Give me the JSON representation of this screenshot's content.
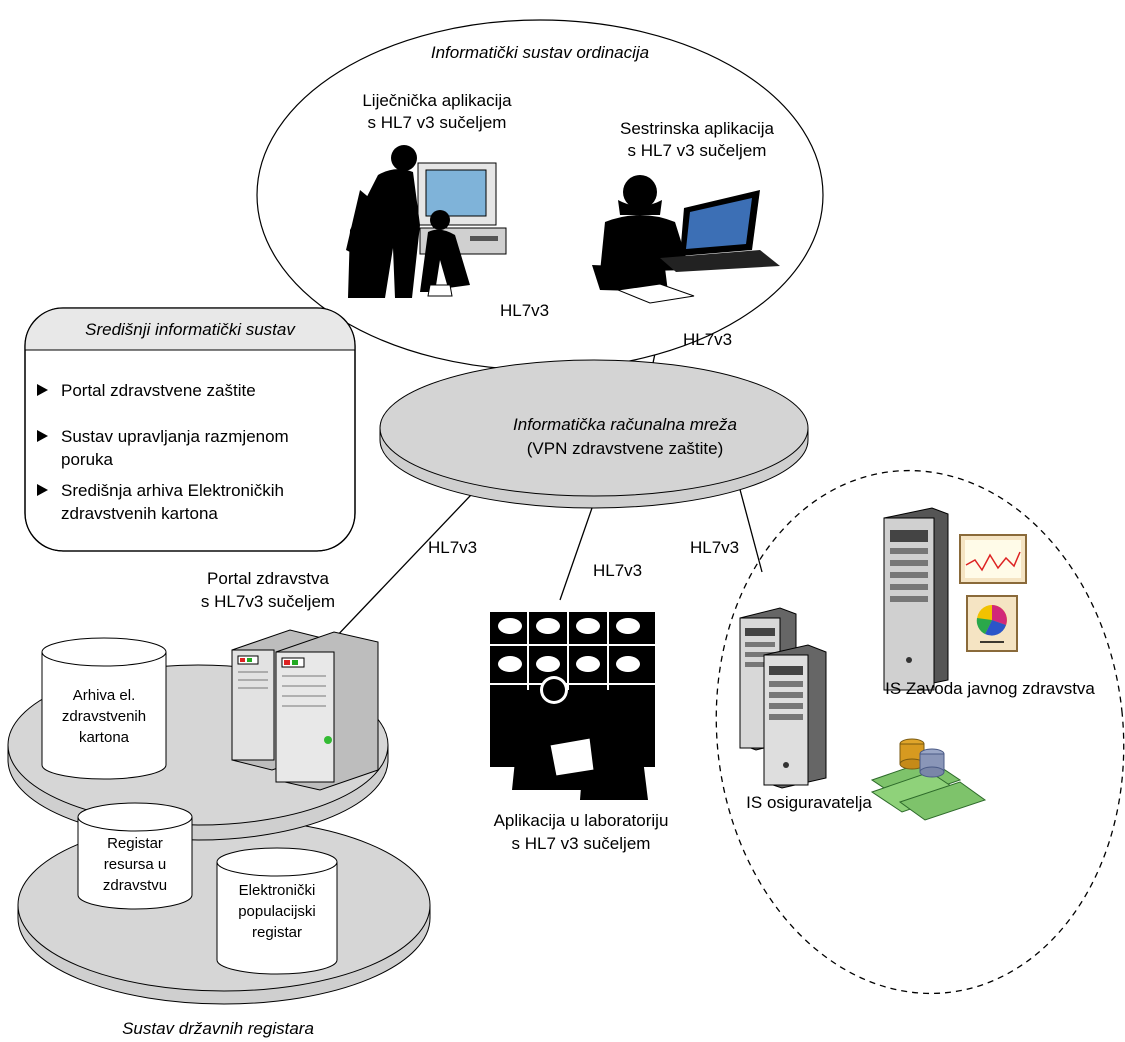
{
  "ordinacija": {
    "title": "Informatički sustav ordinacija",
    "doctor_app": [
      "Liječnička aplikacija",
      "s HL7 v3 sučeljem"
    ],
    "nurse_app": [
      "Sestrinska aplikacija",
      "s HL7 v3 sučeljem"
    ]
  },
  "central": {
    "title": "Središnji informatički sustav",
    "items": [
      [
        "Portal zdravstvene zaštite"
      ],
      [
        "Sustav upravljanja razmjenom",
        "poruka"
      ],
      [
        "Središnja arhiva Elektroničkih",
        "zdravstvenih kartona"
      ]
    ]
  },
  "network": {
    "title": "Informatička računalna mreža",
    "subtitle": "(VPN zdravstvene zaštite)"
  },
  "connections": {
    "doctor": "HL7v3",
    "nurse": "HL7v3",
    "portal": "HL7v3",
    "lab": "HL7v3",
    "external": "HL7v3"
  },
  "portal": [
    "Portal zdravstva",
    "s HL7v3 sučeljem"
  ],
  "registers": {
    "archive": [
      "Arhiva el.",
      "zdravstvenih",
      "kartona"
    ],
    "resources": [
      "Registar",
      "resursa u",
      "zdravstvu"
    ],
    "population": [
      "Elektronički",
      "populacijski",
      "registar"
    ],
    "caption": "Sustav državnih registara"
  },
  "lab": [
    "Aplikacija u laboratoriju",
    "s HL7 v3 sučeljem"
  ],
  "external": {
    "public_health": "IS Zavoda javnog zdravstva",
    "insurer": "IS osiguravatelja"
  },
  "colors": {
    "platform": "#d4d4d4",
    "server": "#cfcfcf",
    "silhouette": "#000000"
  }
}
